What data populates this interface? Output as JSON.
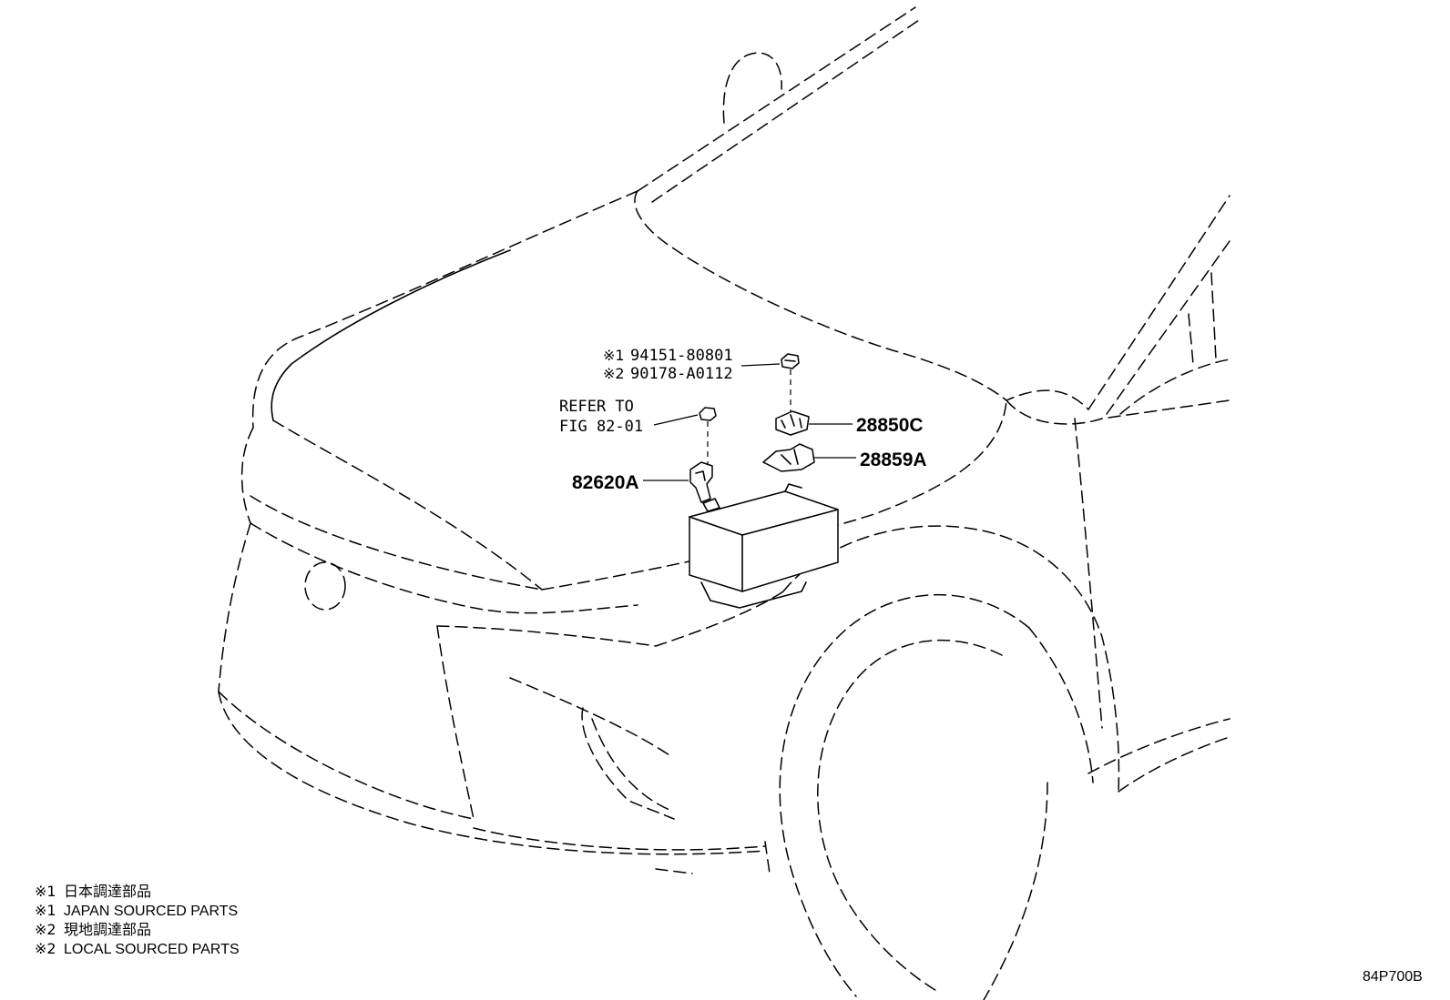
{
  "callouts": {
    "part_94151": {
      "mark": "※1",
      "number": "94151-80801"
    },
    "part_90178": {
      "mark": "※2",
      "number": "90178-A0112"
    },
    "refer_line1": "REFER TO",
    "refer_line2": "FIG 82-01",
    "part_28850C": "28850C",
    "part_28859A": "28859A",
    "part_82620A": "82620A"
  },
  "notes": [
    {
      "mark": "※1",
      "text": "日本調達部品"
    },
    {
      "mark": "※1",
      "text": "JAPAN SOURCED PARTS"
    },
    {
      "mark": "※2",
      "text": "現地調達部品"
    },
    {
      "mark": "※2",
      "text": "LOCAL SOURCED PARTS"
    }
  ],
  "figure_id": "84P700B"
}
